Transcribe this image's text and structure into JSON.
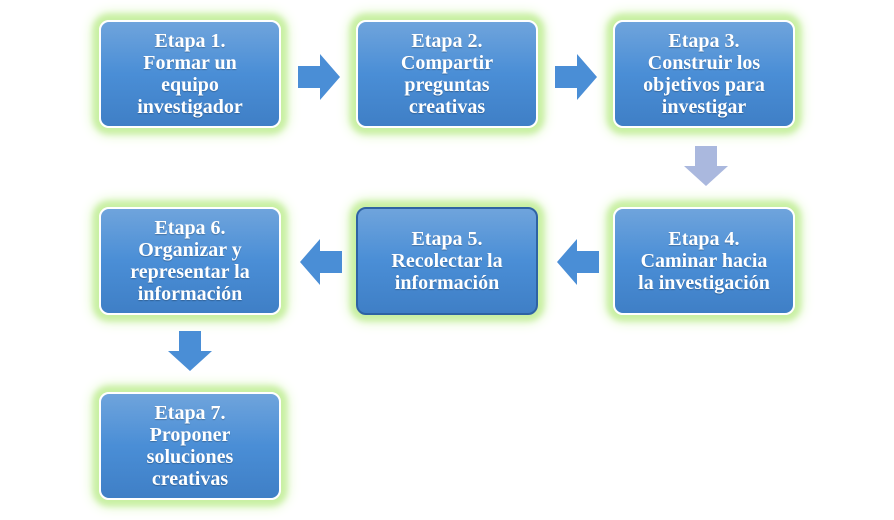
{
  "steps": [
    {
      "title": "Etapa 1.",
      "text": "Formar un\nequipo\ninvestigador"
    },
    {
      "title": "Etapa 2.",
      "text": "Compartir\npreguntas\ncreativas"
    },
    {
      "title": "Etapa 3.",
      "text": "Construir  los\nobjetivos para\ninvestigar"
    },
    {
      "title": "Etapa 4.",
      "text": "Caminar hacia\nla investigación"
    },
    {
      "title": "Etapa 5.",
      "text": "Recolectar la\ninformación"
    },
    {
      "title": "Etapa 6.",
      "text": "Organizar y\nrepresentar la\ninformación"
    },
    {
      "title": "Etapa 7.",
      "text": "Proponer\nsoluciones\ncreativas"
    }
  ],
  "colors": {
    "box": "#4a8ed6",
    "glow": "#c9f0a4",
    "arrow": "#4a8ed6",
    "arrow_muted": "#aab8de"
  }
}
